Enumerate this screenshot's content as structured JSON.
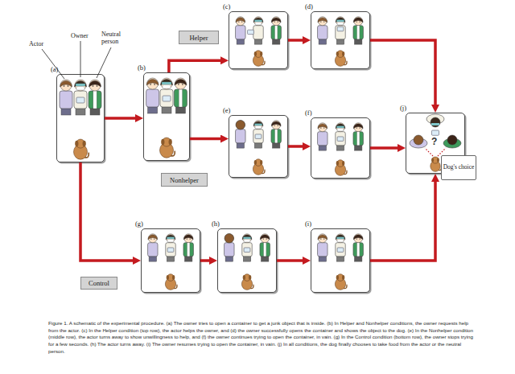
{
  "diagram": {
    "caption": "Figure 1. A schematic of the experimental procedure. (a) The owner tries to open a container to get a junk object that is inside. (b) In Helper and Nonhelper conditions, the owner requests help from the actor. (c) In the Helper condition (top row), the actor helps the owner, and (d) the owner successfully opens the container and shows the object to the dog. (e) In the Nonhelper condition (middle row), the actor turns away to show unwillingness to help, and (f) the owner continues trying to open the container, in vain. (g) In the Control condition (bottom row), the owner stops trying for a few seconds. (h) The actor turns away. (i) The owner resumes trying to open the container, in vain. (j) In all conditions, the dog finally chooses to take food from the actor or the neutral person.",
    "nodes": [
      {
        "text": [
          "(a)"
        ]
      },
      {
        "text": [
          "(b)"
        ]
      },
      {
        "text": [
          "Helper"
        ]
      },
      {
        "text": [
          "(c)"
        ]
      },
      {
        "text": [
          "(d)"
        ]
      },
      {
        "text": [
          "Nonhelper"
        ]
      },
      {
        "text": [
          "(e)"
        ]
      },
      {
        "text": [
          "(f)"
        ]
      },
      {
        "text": [
          "(j)"
        ]
      },
      {
        "text": [
          "Dog's choice"
        ]
      },
      {
        "text": [
          "Control"
        ]
      },
      {
        "text": [
          "(g)"
        ]
      },
      {
        "text": [
          "(h)"
        ]
      },
      {
        "text": [
          "(i)"
        ]
      }
    ],
    "edges": [
      {
        "from": 0,
        "to": 1,
        "arrow": "to"
      },
      {
        "from": 1,
        "to": 3,
        "arrow": "to"
      },
      {
        "from": 3,
        "to": 4,
        "arrow": "to"
      },
      {
        "from": 4,
        "to": 8,
        "arrow": "to"
      },
      {
        "from": 1,
        "to": 6,
        "arrow": "to"
      },
      {
        "from": 6,
        "to": 7,
        "arrow": "to"
      },
      {
        "from": 7,
        "to": 8,
        "arrow": "to"
      },
      {
        "from": 0,
        "to": 11,
        "arrow": "to"
      },
      {
        "from": 11,
        "to": 12,
        "arrow": "to"
      },
      {
        "from": 12,
        "to": 13,
        "arrow": "to"
      },
      {
        "from": 13,
        "to": 8,
        "arrow": "to"
      }
    ],
    "labels": [
      "Actor",
      "Owner",
      "Neutral person",
      "?"
    ]
  }
}
